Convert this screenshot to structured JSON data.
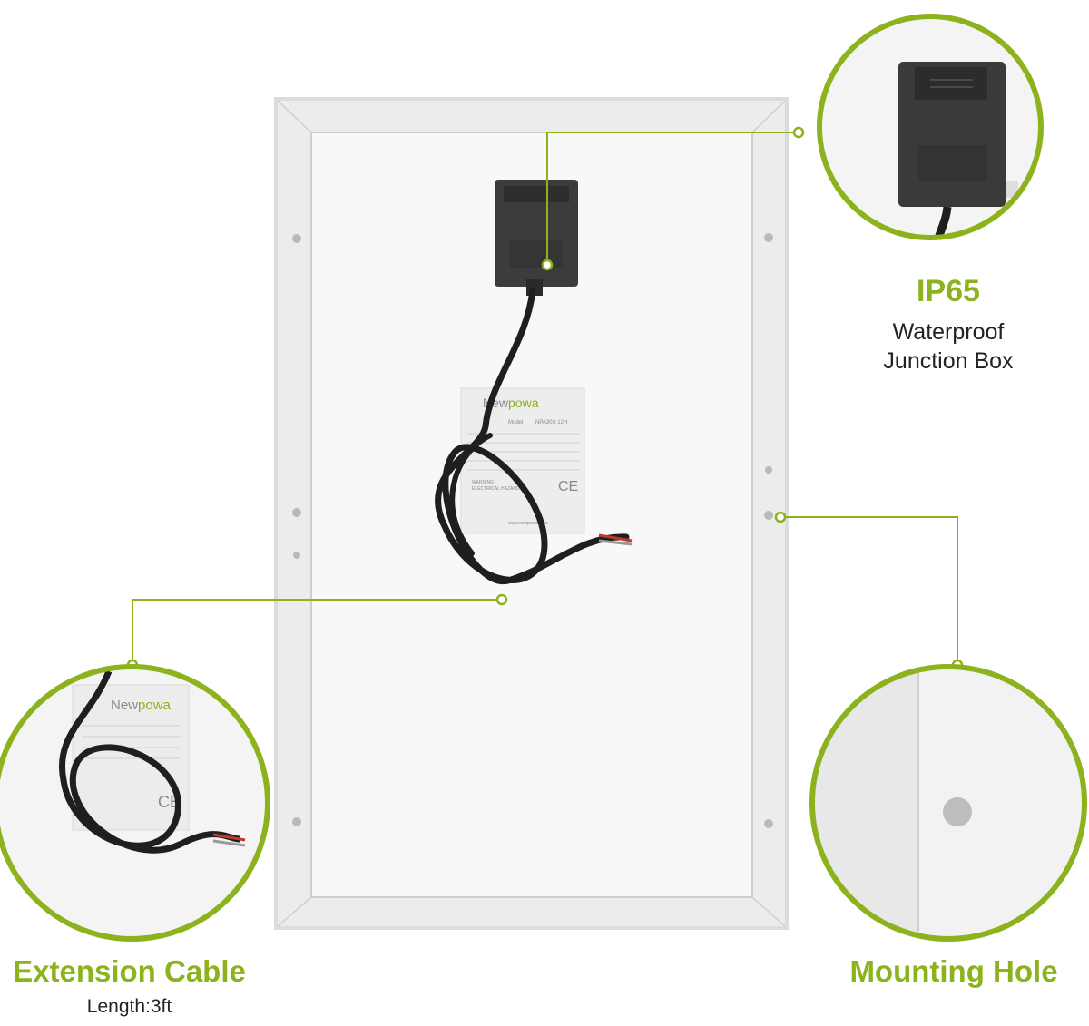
{
  "callouts": {
    "junction_box": {
      "title": "IP65",
      "line1": "Waterproof",
      "line2": "Junction Box"
    },
    "cable": {
      "title": "Extension Cable",
      "subtitle": "Length:3ft"
    },
    "mounting": {
      "title": "Mounting Hole"
    }
  },
  "product_label": {
    "brand_new": "New",
    "brand_powa": "powa",
    "model_key": "Model",
    "model_value": "NPA30S 12H",
    "warning_title": "WARNING",
    "warning_sub": "ELECTRICAL HAZARD",
    "ce_mark": "CE",
    "website": "www.newpowa.com"
  },
  "colors": {
    "accent": "#8cb21d",
    "frame": "#d9d9d9",
    "panel": "#f7f7f7",
    "box": "#3a3a3a",
    "cable": "#1f1f1f"
  }
}
